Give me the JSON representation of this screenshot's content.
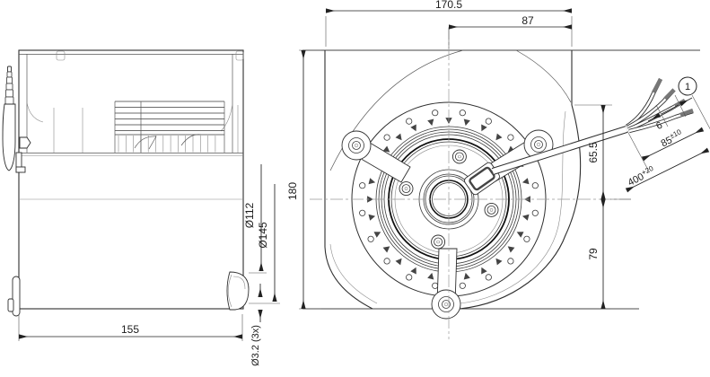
{
  "dimensions": {
    "front_view": {
      "width_total": "170.5",
      "width_to_center": "87",
      "height_total": "180",
      "center_to_top_edge": "65.5",
      "center_to_bottom": "79"
    },
    "side_view": {
      "depth_total": "155",
      "inlet_diameter_inner": "Ø112",
      "inlet_diameter_outer": "Ø145",
      "mounting_hole": "Ø3.2 (3x)"
    },
    "cable": {
      "strip_tip_length": "6",
      "strip_length_value": "85",
      "strip_length_tolerance": "±10",
      "cable_length_value": "400",
      "cable_length_tolerance": "+20",
      "balloon_callout": "1"
    }
  },
  "colors": {
    "line": "#2f2f2f",
    "dimension": "#222222",
    "centerline": "#999999",
    "background": "#ffffff",
    "wire_tip": "#777777"
  }
}
